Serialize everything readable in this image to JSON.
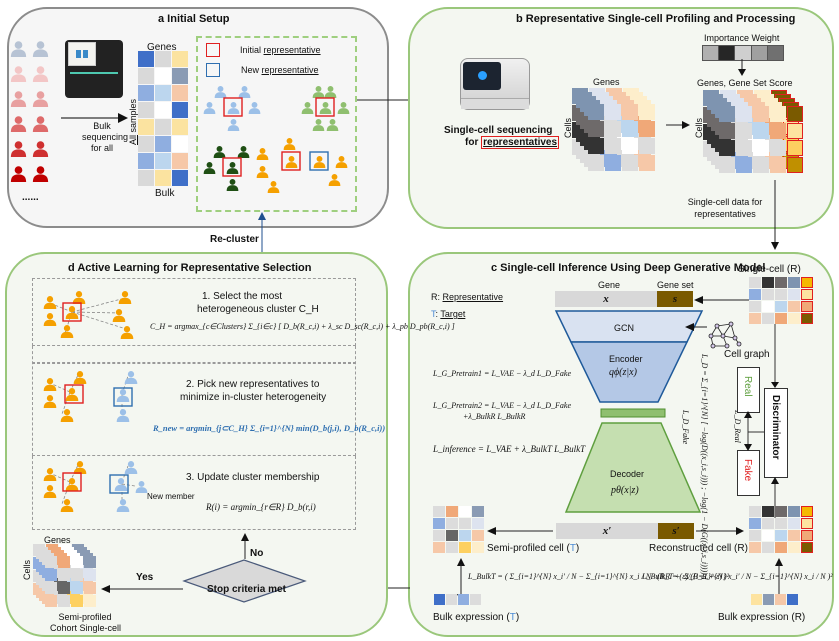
{
  "panels": {
    "a": {
      "title": "a Initial Setup",
      "genes_label": "Genes",
      "samples_label_prefix": "All",
      "samples_label_suffix": " samples",
      "bulk_label": "Bulk",
      "arrow_label": [
        "Bulk",
        "sequencing",
        "for all"
      ],
      "ellipsis": "......",
      "legend": [
        {
          "prefix": "Initial ",
          "word": "representative",
          "color": "#e02020"
        },
        {
          "prefix": "New ",
          "word": "representative",
          "color": "#2f6fb0"
        }
      ],
      "recluster_label": "Re-cluster"
    },
    "b": {
      "title": "b Representative Single-cell Profiling and Processing",
      "seq_label_line1": "Single-cell sequencing",
      "seq_label_prefix": "for ",
      "seq_label_word": "representatives",
      "genes_label": "Genes",
      "cells_label": "Cells",
      "importance_label": "Importance Weight",
      "genes_set_label": "Genes, Gene Set Score",
      "cells_label2": "Cells",
      "output_label": [
        "Single-cell data for",
        "representatives"
      ]
    },
    "c": {
      "title": "c Single-cell Inference Using Deep Generative Model",
      "single_cell_r": "Single-cell (R)",
      "legend_r_prefix": "R: ",
      "legend_r_word": "Representative",
      "legend_t_prefix": "T",
      "legend_t_suffix": ": ",
      "legend_t_word": "Target",
      "gene_label": "Gene",
      "gene_set_label": "Gene set",
      "x_label": "x",
      "s_label": "s",
      "gcn_label": "GCN",
      "encoder_label": "Encoder",
      "encoder_formula": "qϕ(z|x)",
      "decoder_label": "Decoder",
      "decoder_formula": "pθ(x|z)",
      "cell_graph_label": "Cell graph",
      "real_label": "Real",
      "fake_label": "Fake",
      "discriminator_label": "Discriminator",
      "loss_pretrain1": "L_G_Pretrain1 = L_VAE − λ_d L_D_Fake",
      "loss_pretrain2_line1": "L_G_Pretrain2 = L_VAE − λ_d L_D_Fake",
      "loss_pretrain2_line2": "+λ_BulkR L_BulkR",
      "loss_inference": "L_inference = L_VAE + λ_BulkT L_BulkT",
      "loss_d": "L_D = Σ_{i=1}^{N} [ −log(D((x_i,s_i))) ; −log(1 − D(G((x_i,s_i)))) ]",
      "loss_d_real": "L_D_Real",
      "loss_d_fake": "L_D_Fake",
      "xprime_label": "x′",
      "sprime_label": "s′",
      "semi_profiled_prefix": "Semi-profiled cell (",
      "semi_profiled_t": "T",
      "semi_profiled_suffix": ")",
      "reconstructed_label": "Reconstructed cell (R)",
      "loss_bulkT": "L_BulkT = ( Σ_{i=1}^{N} x_i′ / N − Σ_{i=1}^{N} x_i / N · (B_T + ε)/(B_R + ε) )²",
      "loss_bulkR": "L_BulkR = ( Σ_{i=1}^{N} x_i′ / N − Σ_{i=1}^{N} x_i / N )²",
      "bulk_t_prefix": "Bulk expression (",
      "bulk_t_t": "T",
      "bulk_t_suffix": ")",
      "bulk_r_label": "Bulk expression (R)"
    },
    "d": {
      "title": "d Active Learning for Representative Selection",
      "step1_line1": "1. Select the most",
      "step1_line2": "heterogeneous cluster C_H",
      "step1_formula": "C_H = argmax_{c∈Clusters} Σ_{i∈c} [ D_b(R_c,i) + λ_sc D_sc(R_c,i) + λ_pb D_pb(R_c,i) ]",
      "step2_line1": "2. Pick new representatives to",
      "step2_line2": "minimize in-cluster heterogeneity",
      "step2_formula": "R_new = argmin_{j⊂C_H} Σ_{i=1}^{N} min(D_b(j,i), D_b(R_c,i))",
      "step3_line1": "3. Update cluster membership",
      "new_member_label": "New member",
      "step3_formula": "R(i) = argmin_{r∈R} D_b(r,i)",
      "stop_label": "Stop criteria met",
      "yes_label": "Yes",
      "no_label": "No",
      "genes_label": "Genes",
      "cells_label": "Cells",
      "output_label": [
        "Semi-profiled",
        "Cohort Single-cell"
      ]
    }
  },
  "colors": {
    "red_box": "#e02020",
    "blue_box": "#2f6fb0",
    "orange_person": "#f5a000",
    "light_blue_person": "#9cc0e8",
    "green_person": "#8fbf6f",
    "dark_green_person": "#1f4f14",
    "gene_set_brown": "#7a5a00",
    "encoder_blue": "#b4c8e6",
    "decoder_green": "#c5dfb0"
  }
}
